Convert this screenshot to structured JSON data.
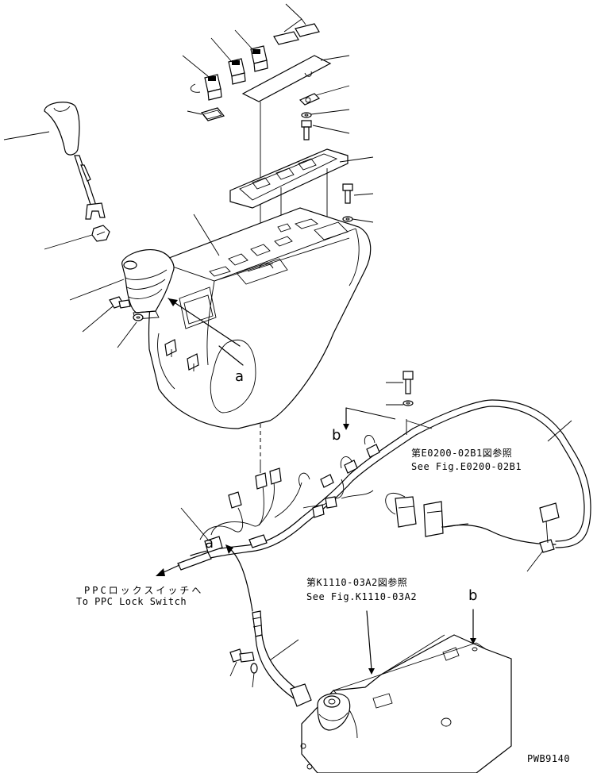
{
  "refs": {
    "top_right_jp": "第E0200-02B1図参照",
    "top_right_en": "See Fig.E0200-02B1",
    "mid_right_jp": "第K1110-03A2図参照",
    "mid_right_en": "See Fig.K1110-03A2",
    "ppc_jp": "PPCロックスイッチへ",
    "ppc_en": "To PPC Lock Switch",
    "code": "PWB9140"
  },
  "markers": {
    "a": "a",
    "b": "b"
  }
}
